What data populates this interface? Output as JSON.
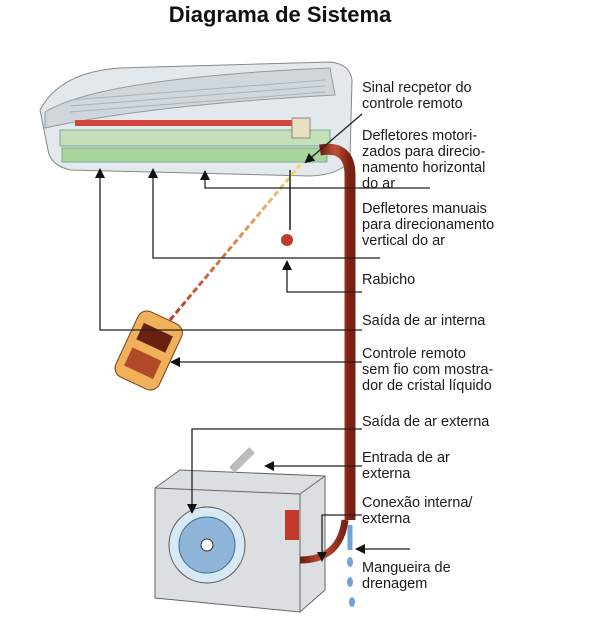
{
  "title": "Diagrama de Sistema",
  "colors": {
    "pipe": "#9b2c1c",
    "unit": "#e7ecef",
    "leader": "#222222",
    "fan": "#8fb6d8"
  },
  "labels": [
    {
      "id": "sinal",
      "lines": [
        "Sinal recpetor do",
        "controle remoto"
      ]
    },
    {
      "id": "defletores-motorizados",
      "lines": [
        "Defletores motori-",
        "zados para direcio-",
        "namento horizontal",
        "do ar"
      ]
    },
    {
      "id": "defletores-manuais",
      "lines": [
        "Defletores manuais",
        "para direcionamento",
        "vertical do ar"
      ]
    },
    {
      "id": "rabicho",
      "lines": [
        "Rabicho"
      ]
    },
    {
      "id": "saida-interna",
      "lines": [
        "Saída de ar interna"
      ]
    },
    {
      "id": "controle-remoto",
      "lines": [
        "Controle remoto",
        "sem fio com mostra-",
        "dor de cristal líquido"
      ]
    },
    {
      "id": "saida-externa",
      "lines": [
        "Saída de ar externa"
      ]
    },
    {
      "id": "entrada-externa",
      "lines": [
        "Entrada de ar",
        "externa"
      ]
    },
    {
      "id": "conexao",
      "lines": [
        "Conexão interna/",
        "externa"
      ]
    },
    {
      "id": "mangueira",
      "lines": [
        "Mangueira de",
        "drenagem"
      ]
    }
  ]
}
